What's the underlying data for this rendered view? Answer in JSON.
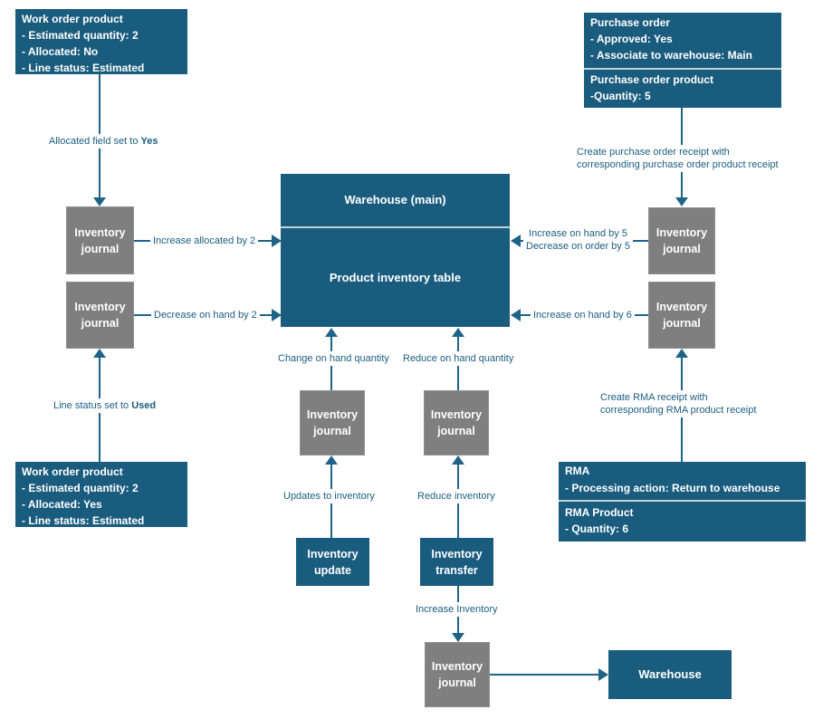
{
  "colors": {
    "teal": "#1a5c7e",
    "gray": "#7f7f7f",
    "arrow": "#1f6487",
    "label": "#1b5e80",
    "divider": "#bfd3dd"
  },
  "nodes": {
    "work_order_product_top": {
      "lines": [
        "Work order product",
        "- Estimated quantity: 2",
        "- Allocated: No",
        "- Line status: Estimated"
      ]
    },
    "purchase_order": {
      "lines": [
        "Purchase order",
        "- Approved: Yes",
        "- Associate to warehouse: Main"
      ]
    },
    "purchase_order_product": {
      "lines": [
        "Purchase order product",
        "-Quantity: 5"
      ]
    },
    "warehouse_main": {
      "title": "Warehouse (main)",
      "subtitle": "Product inventory table"
    },
    "inventory_journal": {
      "line1": "Inventory",
      "line2": "journal"
    },
    "work_order_product_bottom": {
      "lines": [
        "Work order product",
        "- Estimated quantity: 2",
        "- Allocated: Yes",
        "- Line status: Estimated"
      ]
    },
    "rma": {
      "lines": [
        "RMA",
        "- Processing action: Return to warehouse"
      ]
    },
    "rma_product": {
      "lines": [
        "RMA Product",
        "- Quantity: 6"
      ]
    },
    "inventory_update": {
      "line1": "Inventory",
      "line2": "update"
    },
    "inventory_transfer": {
      "line1": "Inventory",
      "line2": "transfer"
    },
    "warehouse_bottom": {
      "title": "Warehouse"
    }
  },
  "labels": {
    "allocated_set": {
      "text": "Allocated field set to ",
      "bold": "Yes"
    },
    "line_status_set": {
      "text": "Line status set to ",
      "bold": "Used"
    },
    "po_receipt_line1": "Create purchase order receipt with",
    "po_receipt_line2": "corresponding purchase order product receipt",
    "increase_allocated": "Increase allocated by 2",
    "decrease_on_hand": "Decrease on hand by 2",
    "increase_on_hand_5": "Increase on hand by 5",
    "decrease_on_order_5": "Decrease on order by 5",
    "increase_on_hand_6": "Increase on hand by 6",
    "change_on_hand": "Change on hand quantity",
    "reduce_on_hand": "Reduce on hand quantity",
    "rma_receipt_line1": "Create RMA receipt with",
    "rma_receipt_line2": "corresponding RMA product receipt",
    "updates_to_inventory": "Updates to inventory",
    "reduce_inventory": "Reduce inventory",
    "increase_inventory": "Increase Inventory"
  }
}
